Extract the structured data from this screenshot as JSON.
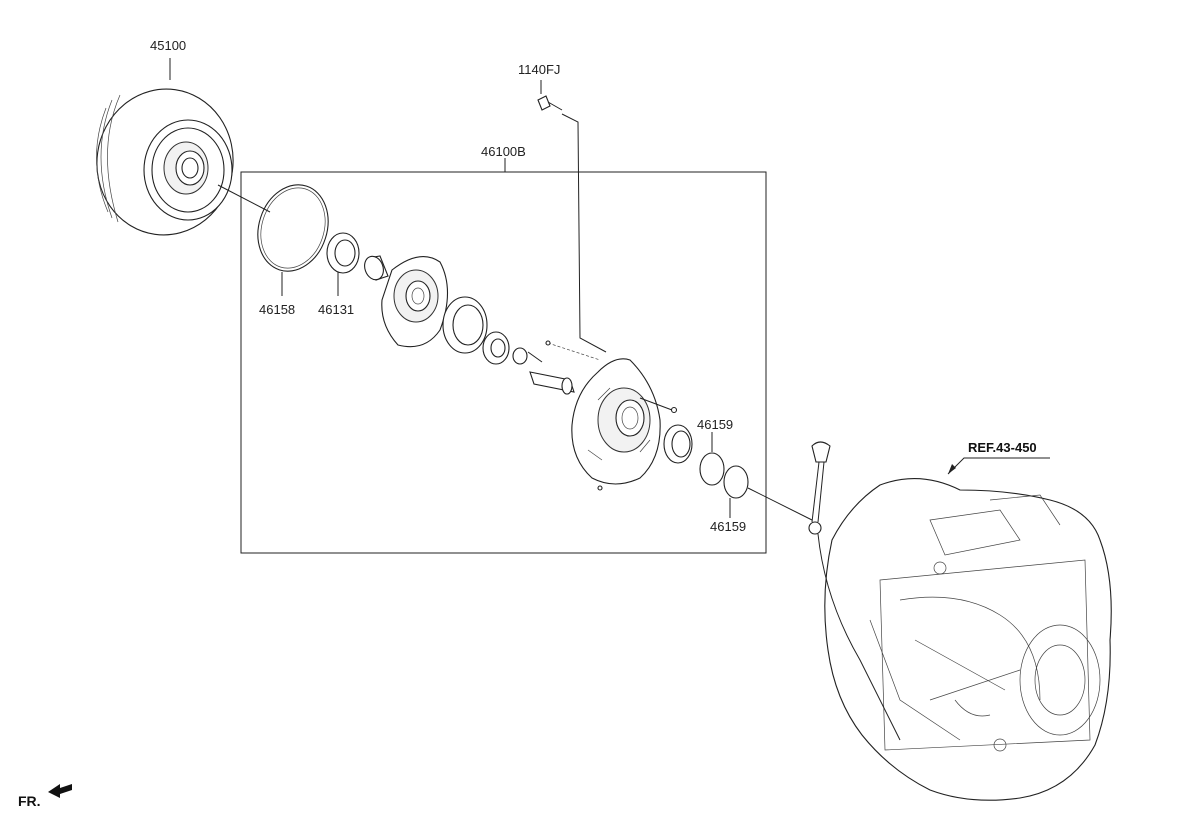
{
  "labels": {
    "torque_converter": "45100",
    "bolt": "1140FJ",
    "pump_assy": "46100B",
    "o_ring": "46158",
    "oil_seal": "46131",
    "seal_ring_upper": "46159",
    "seal_ring_lower": "46159",
    "ref": "REF.43-450",
    "front": "FR."
  }
}
